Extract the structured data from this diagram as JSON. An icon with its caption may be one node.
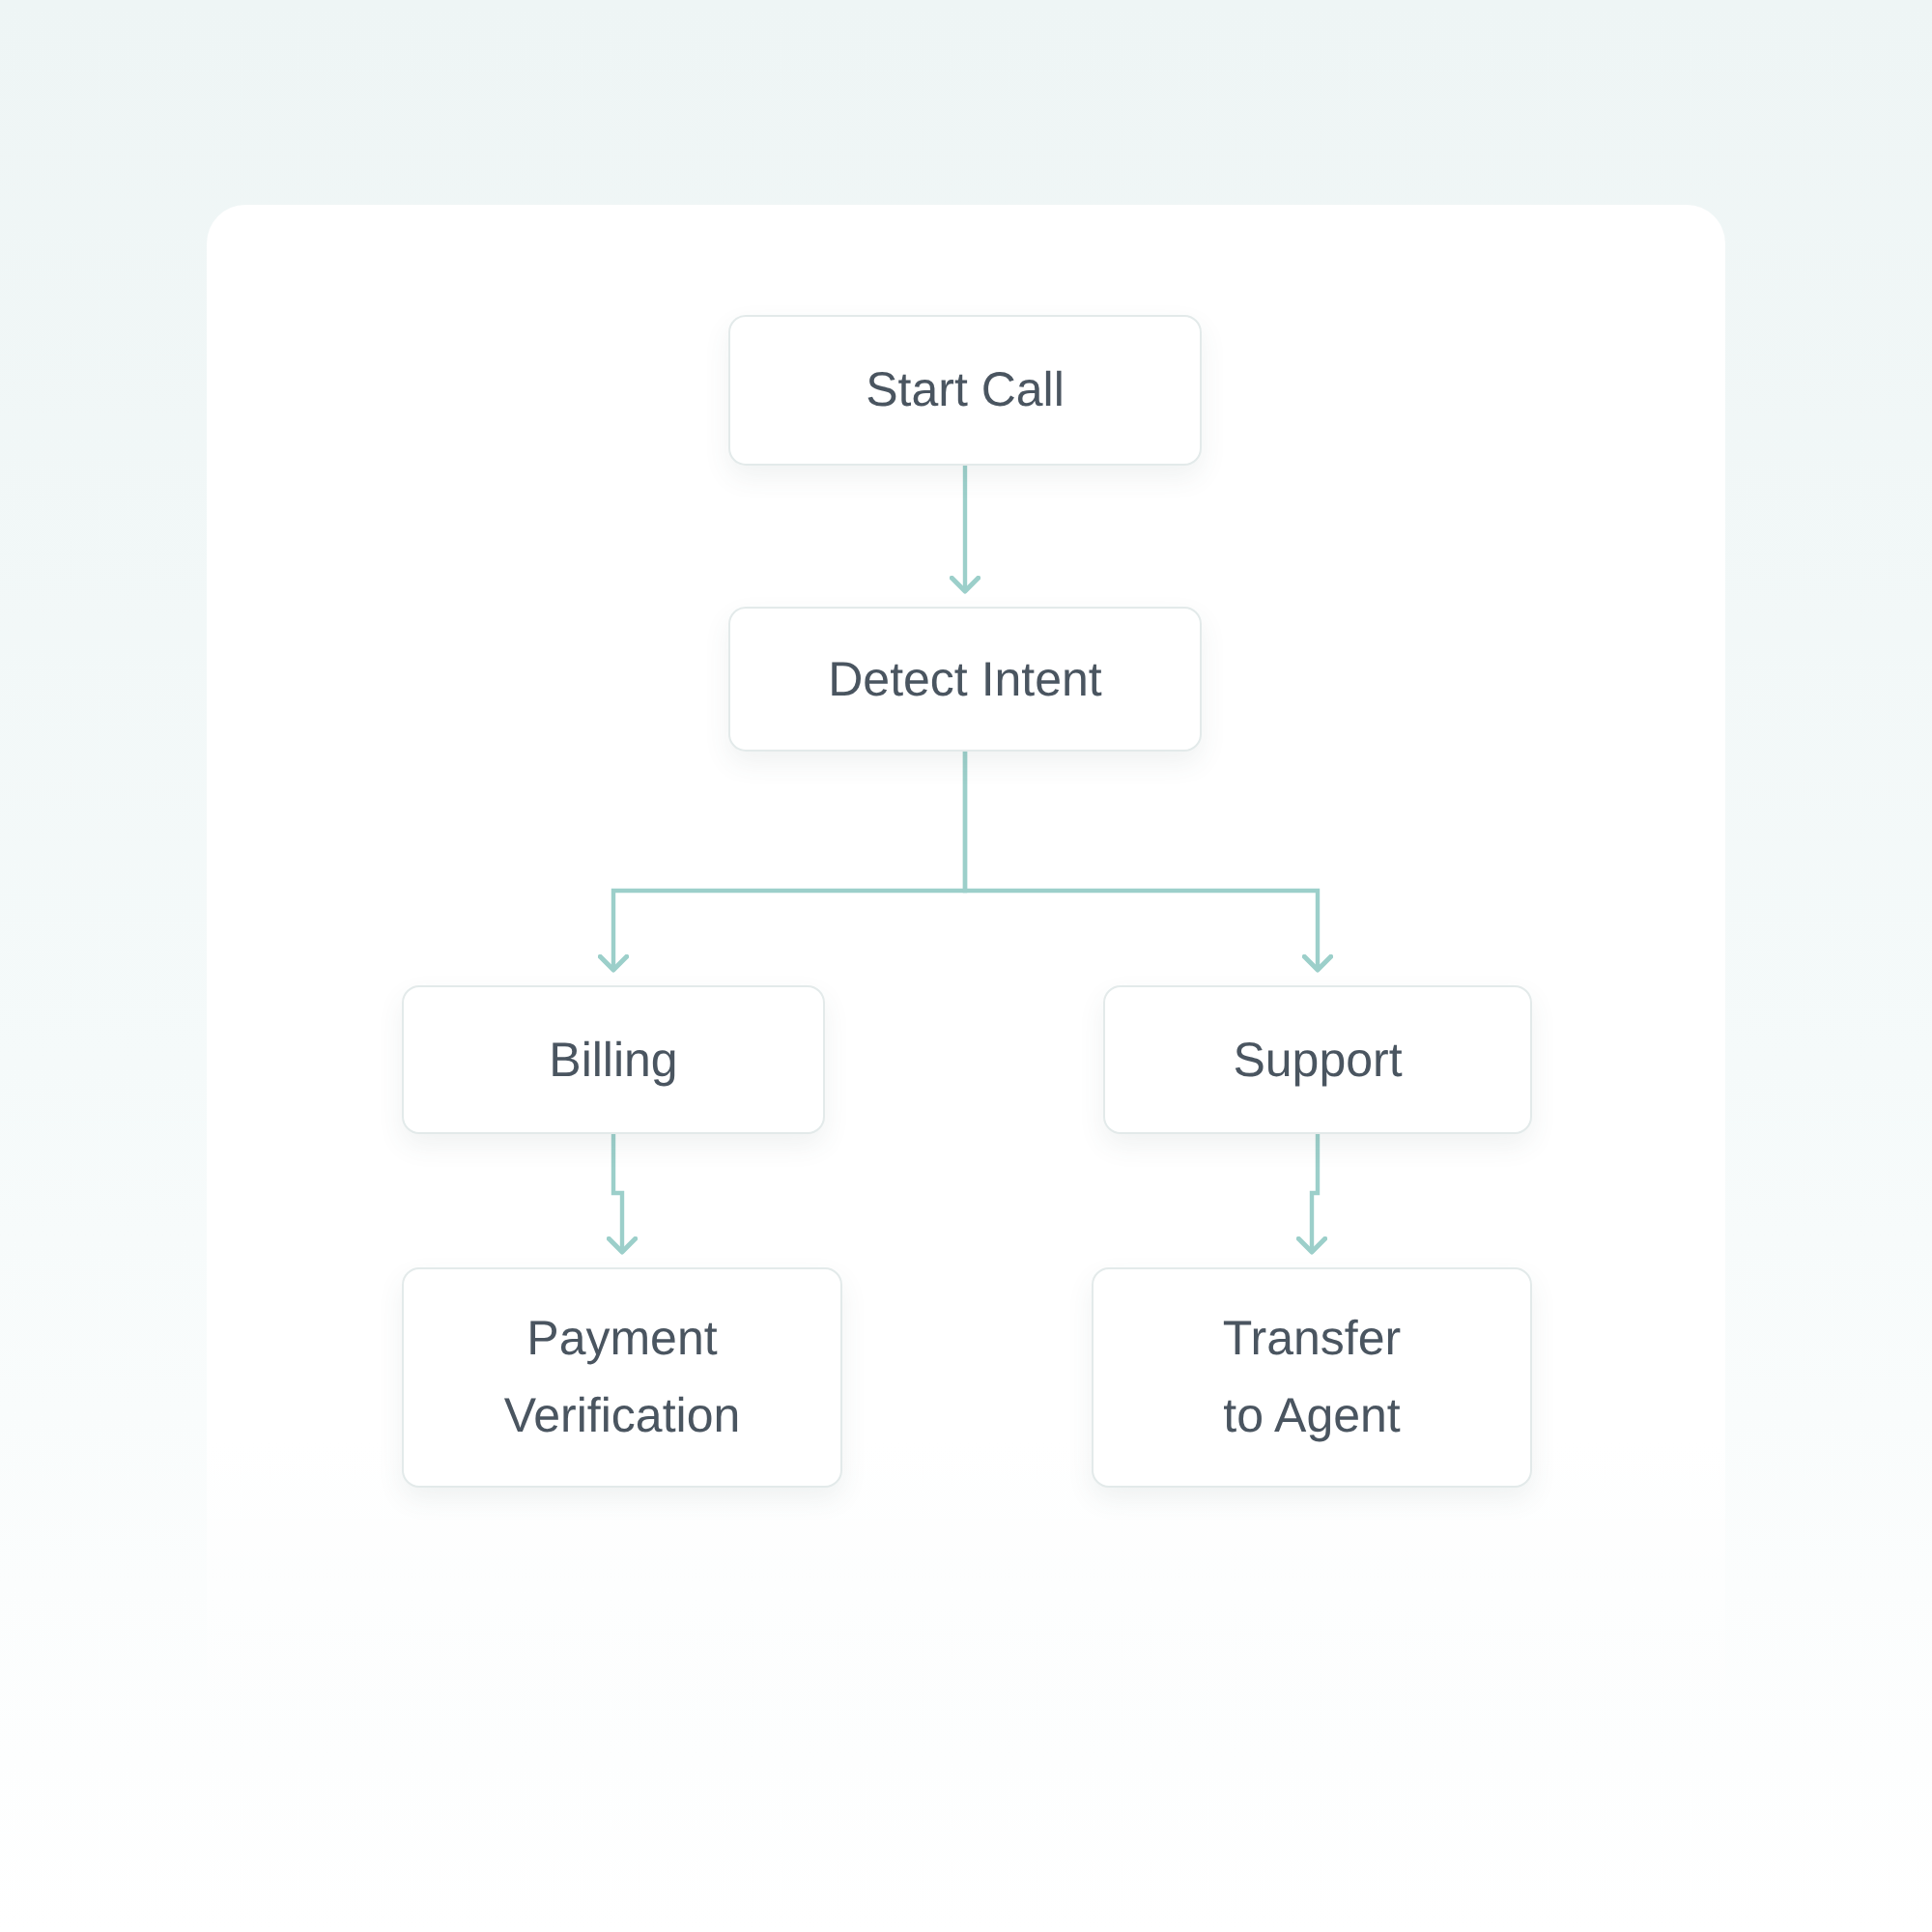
{
  "diagram": {
    "nodes": [
      {
        "text": [
          "Start Call"
        ]
      },
      {
        "text": [
          "Detect Intent"
        ]
      },
      {
        "text": [
          "Billing"
        ]
      },
      {
        "text": [
          "Support"
        ]
      },
      {
        "text": [
          "Payment Verification"
        ]
      },
      {
        "text": [
          "Transfer to Agent"
        ]
      }
    ],
    "edges": [
      {
        "from": 0,
        "to": 1,
        "arrow": "to"
      },
      {
        "from": 1,
        "to": 2,
        "arrow": "to"
      },
      {
        "from": 1,
        "to": 3,
        "arrow": "to"
      },
      {
        "from": 2,
        "to": 4,
        "arrow": "to"
      },
      {
        "from": 3,
        "to": 5,
        "arrow": "to"
      }
    ]
  }
}
